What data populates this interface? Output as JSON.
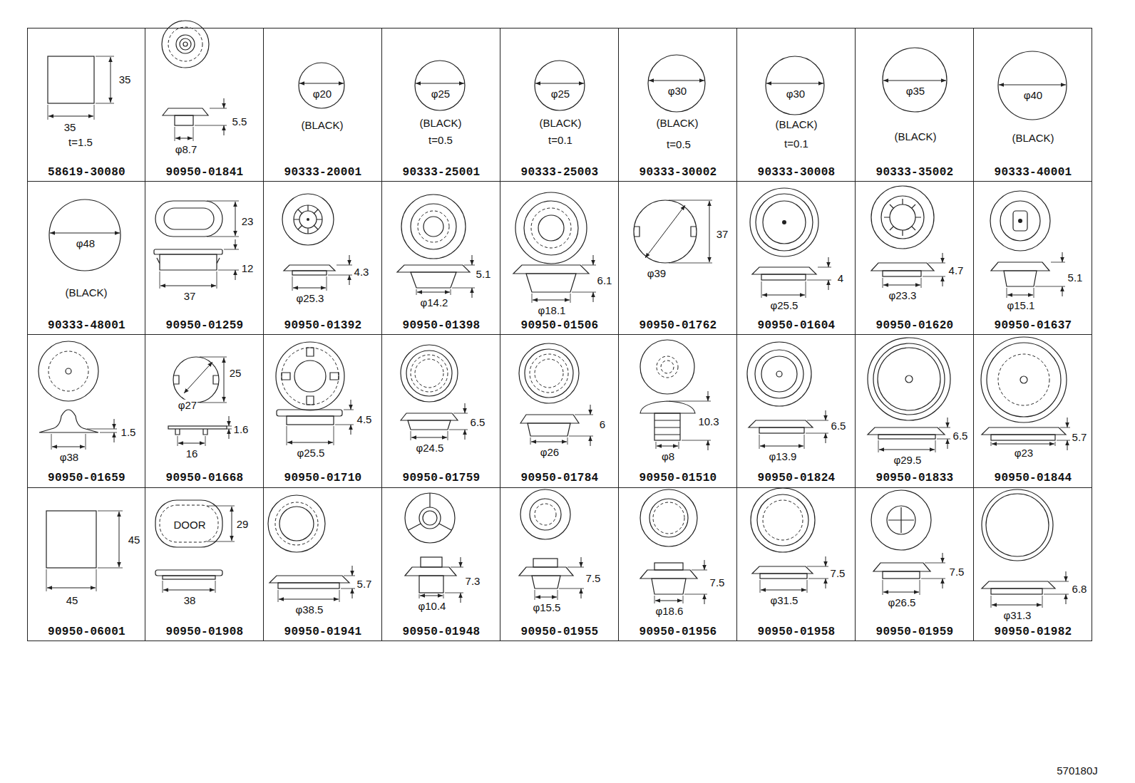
{
  "diagram": {
    "nodes": [
      {
        "text": [
          "35",
          "35",
          "t=1.5",
          "58619-30080"
        ]
      },
      {
        "text": [
          "5.5",
          "φ8.7",
          "90950-01841"
        ]
      },
      {
        "text": [
          "φ20",
          "(BLACK)",
          "90333-20001"
        ]
      },
      {
        "text": [
          "φ25",
          "(BLACK)",
          "t=0.5",
          "90333-25001"
        ]
      },
      {
        "text": [
          "φ25",
          "(BLACK)",
          "t=0.1",
          "90333-25003"
        ]
      },
      {
        "text": [
          "φ30",
          "(BLACK)",
          "t=0.5",
          "90333-30002"
        ]
      },
      {
        "text": [
          "φ30",
          "(BLACK)",
          "t=0.1",
          "90333-30008"
        ]
      },
      {
        "text": [
          "φ35",
          "(BLACK)",
          "90333-35002"
        ]
      },
      {
        "text": [
          "φ40",
          "(BLACK)",
          "90333-40001"
        ]
      },
      {
        "text": [
          "φ48",
          "(BLACK)",
          "90333-48001"
        ]
      },
      {
        "text": [
          "23",
          "12",
          "37",
          "90950-01259"
        ]
      },
      {
        "text": [
          "4.3",
          "φ25.3",
          "90950-01392"
        ]
      },
      {
        "text": [
          "5.1",
          "φ14.2",
          "90950-01398"
        ]
      },
      {
        "text": [
          "6.1",
          "φ18.1",
          "90950-01506"
        ]
      },
      {
        "text": [
          "37",
          "φ39",
          "90950-01762"
        ]
      },
      {
        "text": [
          "4",
          "φ25.5",
          "90950-01604"
        ]
      },
      {
        "text": [
          "4.7",
          "φ23.3",
          "90950-01620"
        ]
      },
      {
        "text": [
          "5.1",
          "φ15.1",
          "90950-01637"
        ]
      },
      {
        "text": [
          "1.5",
          "φ38",
          "90950-01659"
        ]
      },
      {
        "text": [
          "25",
          "φ27",
          "1.6",
          "16",
          "90950-01668"
        ]
      },
      {
        "text": [
          "4.5",
          "φ25.5",
          "90950-01710"
        ]
      },
      {
        "text": [
          "6.5",
          "φ24.5",
          "90950-01759"
        ]
      },
      {
        "text": [
          "6",
          "φ26",
          "90950-01784"
        ]
      },
      {
        "text": [
          "10.3",
          "φ8",
          "90950-01510"
        ]
      },
      {
        "text": [
          "6.5",
          "φ13.9",
          "90950-01824"
        ]
      },
      {
        "text": [
          "6.5",
          "φ29.5",
          "90950-01833"
        ]
      },
      {
        "text": [
          "5.7",
          "φ23",
          "90950-01844"
        ]
      },
      {
        "text": [
          "45",
          "45",
          "90950-06001"
        ]
      },
      {
        "text": [
          "DOOR",
          "29",
          "38",
          "90950-01908"
        ]
      },
      {
        "text": [
          "5.7",
          "φ38.5",
          "90950-01941"
        ]
      },
      {
        "text": [
          "7.3",
          "φ10.4",
          "90950-01948"
        ]
      },
      {
        "text": [
          "7.5",
          "φ15.5",
          "90950-01955"
        ]
      },
      {
        "text": [
          "7.5",
          "φ18.6",
          "90950-01956"
        ]
      },
      {
        "text": [
          "7.5",
          "φ31.5",
          "90950-01958"
        ]
      },
      {
        "text": [
          "7.5",
          "φ26.5",
          "90950-01959"
        ]
      },
      {
        "text": [
          "6.8",
          "φ31.3",
          "90950-01982"
        ]
      }
    ],
    "labels": [
      "570180J"
    ]
  }
}
